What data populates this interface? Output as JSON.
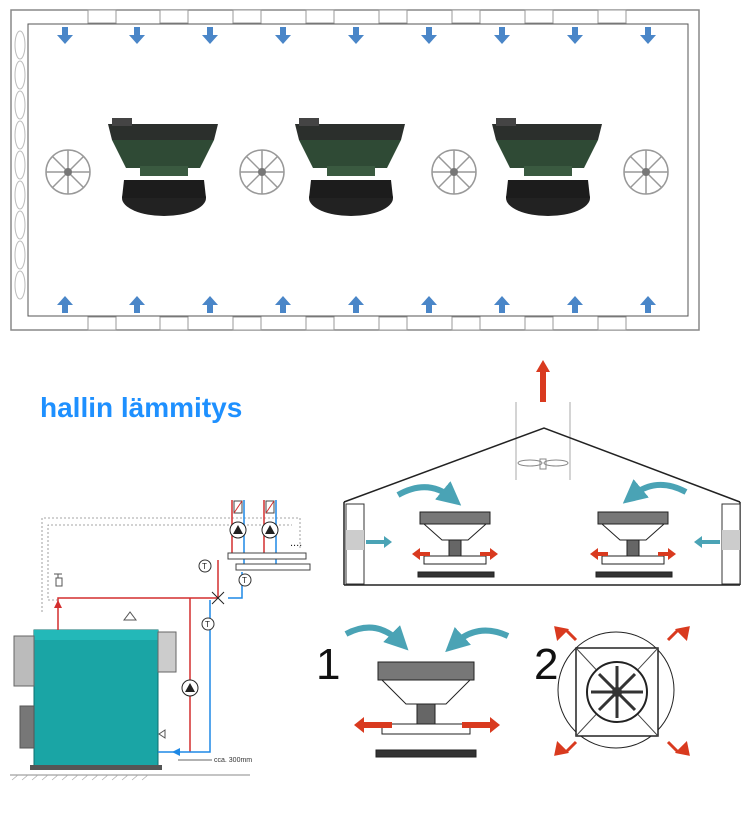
{
  "heading": "hallin lämmitys",
  "labels": {
    "option_1": "1",
    "option_2": "2",
    "distance_note": "cca. 300mm",
    "dots": "....",
    "thermometer": "T"
  },
  "colors": {
    "heading": "#1e90ff",
    "air_arrow_blue": "#4a86c8",
    "air_arrow_red": "#d93a1f",
    "boiler": "#1aa5a5",
    "pipe_red": "#d32f2f",
    "pipe_blue": "#1e88e5",
    "curved_arrow": "#4aa3b5"
  },
  "icons": [
    "down-arrow-icon",
    "up-arrow-icon",
    "circulation-fan-icon",
    "heater-unit-icon",
    "pump-icon",
    "thermometer-icon"
  ]
}
